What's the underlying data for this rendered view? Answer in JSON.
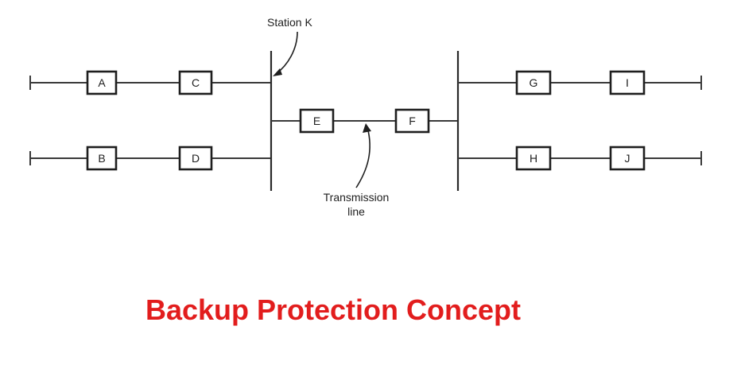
{
  "diagram": {
    "labels": {
      "station": "Station K",
      "transmission_line_1": "Transmission",
      "transmission_line_2": "line"
    },
    "breakers": {
      "a": "A",
      "b": "B",
      "c": "C",
      "d": "D",
      "e": "E",
      "f": "F",
      "g": "G",
      "h": "H",
      "i": "I",
      "j": "J"
    }
  },
  "caption": "Backup Protection Concept",
  "colors": {
    "caption": "#e21d1d",
    "lines": "#1e1e1e"
  }
}
